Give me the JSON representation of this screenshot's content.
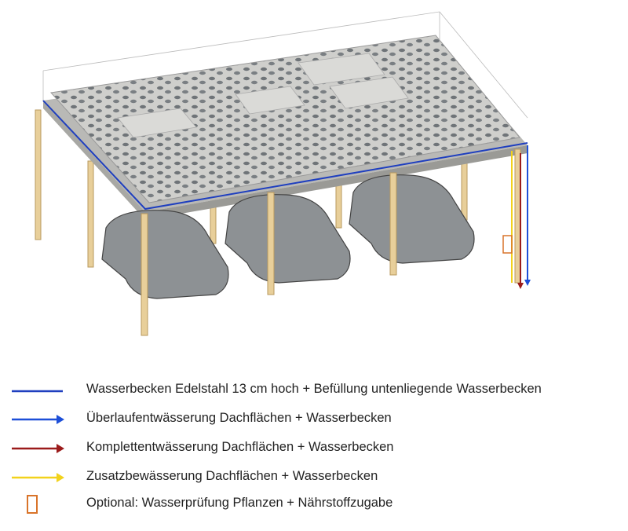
{
  "colors": {
    "basin_line": "#1f3fbf",
    "overflow_drain": "#1d4fd8",
    "full_drain": "#9b1b1b",
    "extra_irrigation": "#f2d21c",
    "optional_check": "#d9742a",
    "posts": "#e8cf9a",
    "roof_modules": "#c9c9c6",
    "cars": "#8d9194"
  },
  "legend": [
    {
      "symbol": "line",
      "color": "#1f3fbf",
      "label": "Wasserbecken Edelstahl 13 cm hoch + Befüllung untenliegende Wasserbecken"
    },
    {
      "symbol": "arrow",
      "color": "#1d4fd8",
      "label": "Überlaufentwässerung Dachflächen + Wasserbecken"
    },
    {
      "symbol": "arrow",
      "color": "#9b1b1b",
      "label": "Komplettentwässerung Dachflächen + Wasserbecken"
    },
    {
      "symbol": "arrow",
      "color": "#f2d21c",
      "label": "Zusatzbewässerung Dachflächen + Wasserbecken"
    },
    {
      "symbol": "rect",
      "color": "#d9742a",
      "label": "Optional: Wasserprüfung Pflanzen + Nährstoffzugabe"
    }
  ]
}
